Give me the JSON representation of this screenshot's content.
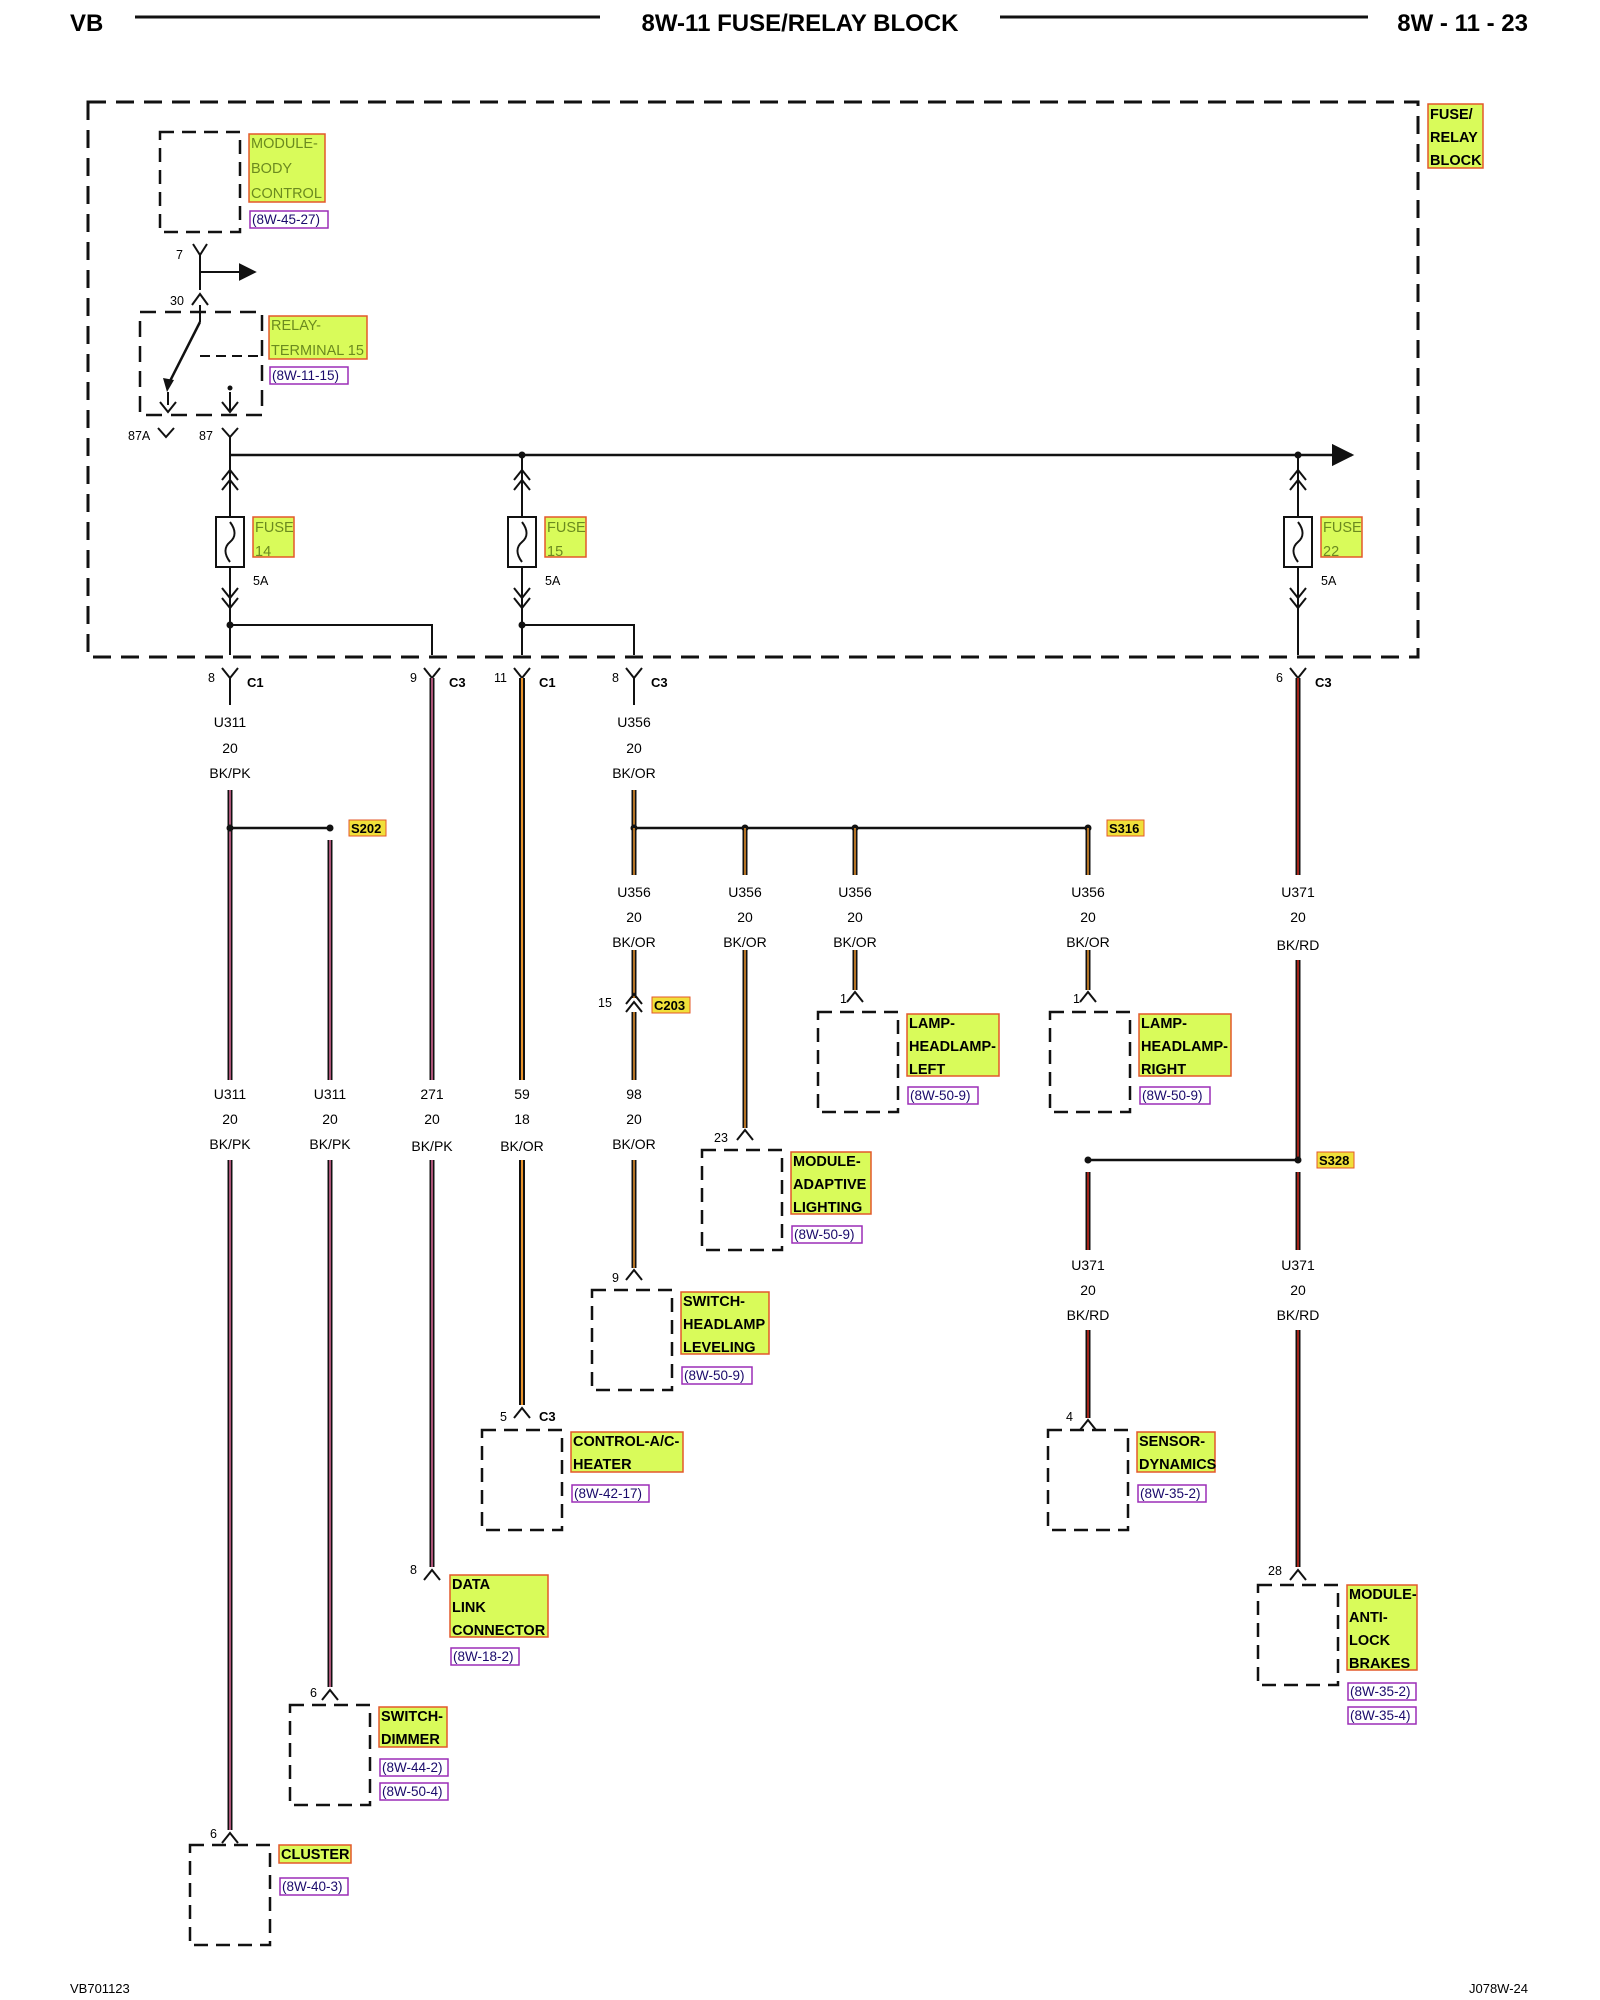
{
  "header": {
    "left": "VB",
    "title": "8W-11 FUSE/RELAY BLOCK",
    "page": "8W - 11 - 23"
  },
  "footer": {
    "left": "VB701123",
    "right": "J078W-24"
  },
  "colors": {
    "highlight_fill": "#d9fb5a",
    "highlight_border": "#e3582b",
    "ref_border": "#9b2db7",
    "wire_black": "#111111",
    "wire_pink": "#e06a9a",
    "wire_orange": "#e8932c",
    "wire_red": "#d42a1f"
  },
  "components": {
    "fuse_relay_block": [
      "FUSE/",
      "RELAY",
      "BLOCK"
    ],
    "body_control": {
      "lines": [
        "MODULE-",
        "BODY",
        "CONTROL"
      ],
      "ref": "(8W-45-27)"
    },
    "relay_t15": {
      "lines": [
        "RELAY-",
        "TERMINAL 15"
      ],
      "ref": "(8W-11-15)"
    },
    "fuse14": [
      "FUSE",
      "14"
    ],
    "fuse15": [
      "FUSE",
      "15"
    ],
    "fuse22": [
      "FUSE",
      "22"
    ],
    "lamp_left": {
      "lines": [
        "LAMP-",
        "HEADLAMP-",
        "LEFT"
      ],
      "ref": "(8W-50-9)"
    },
    "lamp_right": {
      "lines": [
        "LAMP-",
        "HEADLAMP-",
        "RIGHT"
      ],
      "ref": "(8W-50-9)"
    },
    "adaptive": {
      "lines": [
        "MODULE-",
        "ADAPTIVE",
        "LIGHTING"
      ],
      "ref": "(8W-50-9)"
    },
    "leveling": {
      "lines": [
        "SWITCH-",
        "HEADLAMP",
        "LEVELING"
      ],
      "ref": "(8W-50-9)"
    },
    "ac_heater": {
      "lines": [
        "CONTROL-A/C-",
        "HEATER"
      ],
      "ref": "(8W-42-17)"
    },
    "dynamics": {
      "lines": [
        "SENSOR-",
        "DYNAMICS"
      ],
      "ref": "(8W-35-2)"
    },
    "dlc": {
      "lines": [
        "DATA",
        "LINK",
        "CONNECTOR"
      ],
      "ref": "(8W-18-2)"
    },
    "abs": {
      "lines": [
        "MODULE-",
        "ANTI-",
        "LOCK",
        "BRAKES"
      ],
      "refs": [
        "(8W-35-2)",
        "(8W-35-4)"
      ]
    },
    "dimmer": {
      "lines": [
        "SWITCH-",
        "DIMMER"
      ],
      "refs": [
        "(8W-44-2)",
        "(8W-50-4)"
      ]
    },
    "cluster": {
      "lines": [
        "CLUSTER"
      ],
      "ref": "(8W-40-3)"
    }
  },
  "pins": {
    "p7": "7",
    "p30": "30",
    "p87a": "87A",
    "p87": "87",
    "c1_8": "8",
    "c3_9": "9",
    "c1_11": "11",
    "c3_8": "8",
    "c3_6": "6",
    "c203_15": "15",
    "lamp_left_1": "1",
    "lamp_right_1": "1",
    "adaptive_23": "23",
    "leveling_9": "9",
    "ac_5": "5",
    "dynamics_4": "4",
    "dlc_8": "8",
    "abs_28": "28",
    "dimmer_6": "6",
    "cluster_6": "6"
  },
  "fuse_ratings": {
    "f14": "5A",
    "f15": "5A",
    "f22": "5A"
  },
  "connectors": {
    "c1a": "C1",
    "c3a": "C3",
    "c1b": "C1",
    "c3b": "C3",
    "c3c": "C3",
    "c3d": "C3",
    "c203": "C203",
    "s202": "S202",
    "s316": "S316",
    "s328": "S328"
  },
  "wires": [
    {
      "circuit": "U311",
      "gauge": "20",
      "color": "BK/PK"
    },
    {
      "circuit": "U356",
      "gauge": "20",
      "color": "BK/OR"
    },
    {
      "circuit": "U356",
      "gauge": "20",
      "color": "BK/OR"
    },
    {
      "circuit": "U356",
      "gauge": "20",
      "color": "BK/OR"
    },
    {
      "circuit": "U356",
      "gauge": "20",
      "color": "BK/OR"
    },
    {
      "circuit": "U356",
      "gauge": "20",
      "color": "BK/OR"
    },
    {
      "circuit": "U371",
      "gauge": "20",
      "color": "BK/RD"
    },
    {
      "circuit": "U311",
      "gauge": "20",
      "color": "BK/PK"
    },
    {
      "circuit": "U311",
      "gauge": "20",
      "color": "BK/PK"
    },
    {
      "circuit": "271",
      "gauge": "20",
      "color": "BK/PK"
    },
    {
      "circuit": "59",
      "gauge": "18",
      "color": "BK/OR"
    },
    {
      "circuit": "98",
      "gauge": "20",
      "color": "BK/OR"
    },
    {
      "circuit": "U371",
      "gauge": "20",
      "color": "BK/RD"
    },
    {
      "circuit": "U371",
      "gauge": "20",
      "color": "BK/RD"
    }
  ]
}
